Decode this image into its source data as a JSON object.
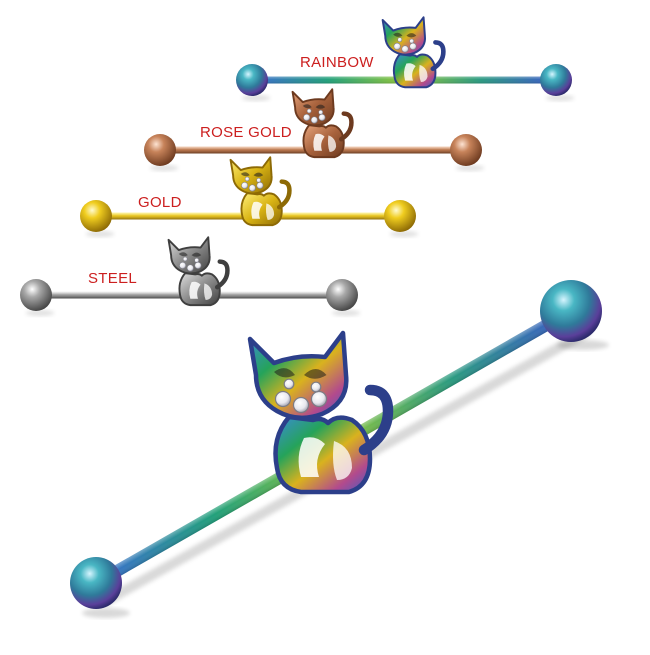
{
  "variants": [
    {
      "label": "RAINBOW",
      "finish": "rainbow"
    },
    {
      "label": "ROSE GOLD",
      "finish": "rose-gold"
    },
    {
      "label": "GOLD",
      "finish": "gold"
    },
    {
      "label": "STEEL",
      "finish": "steel"
    }
  ],
  "featured_finish": "rainbow",
  "colors": {
    "label_text": "#cc1f1f",
    "rose_gold": "#b8744a",
    "gold": "#e6c21a",
    "steel": "#9a9a9a",
    "crystal": "#f4f4f4"
  },
  "icons": {
    "charm": "cat-charm-icon",
    "gem": "crystal-gem-icon"
  }
}
